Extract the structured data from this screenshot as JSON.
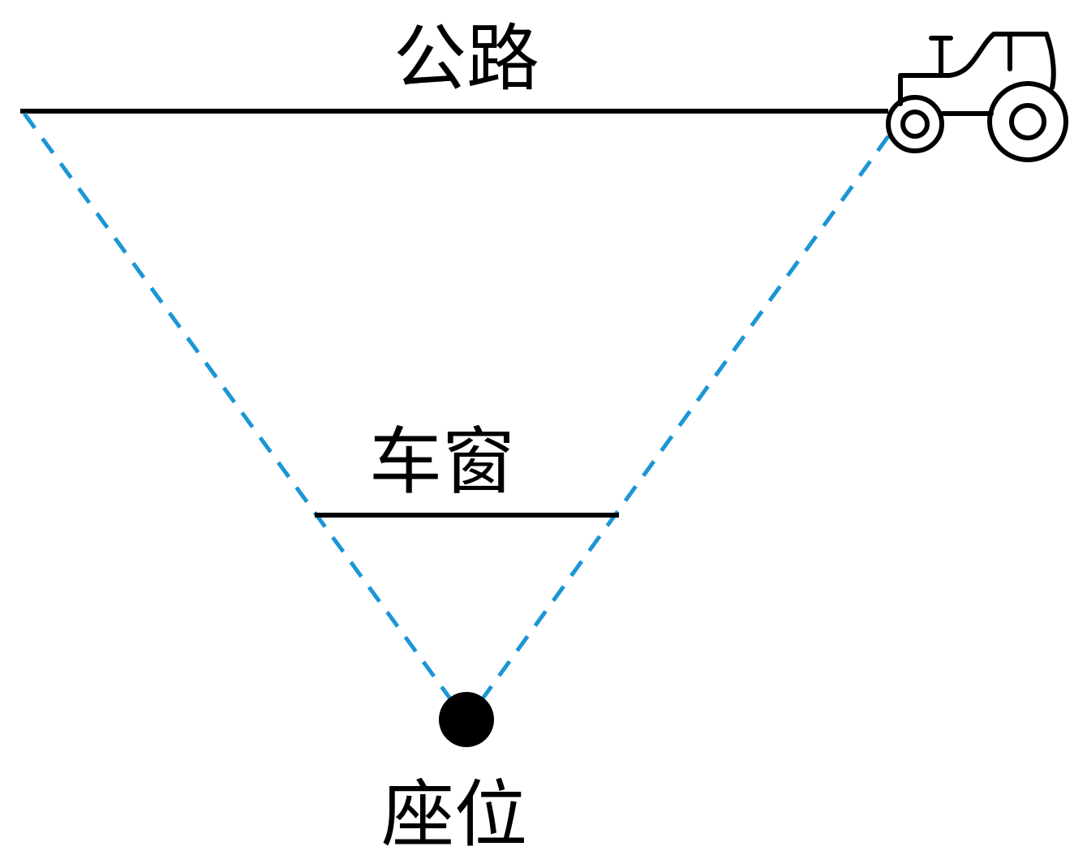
{
  "labels": {
    "road": "公路",
    "window": "车窗",
    "seat": "座位"
  },
  "icons": {
    "vehicle": "tractor-icon"
  },
  "colors": {
    "sight_line": "#1a96d6",
    "ink": "#000000"
  }
}
